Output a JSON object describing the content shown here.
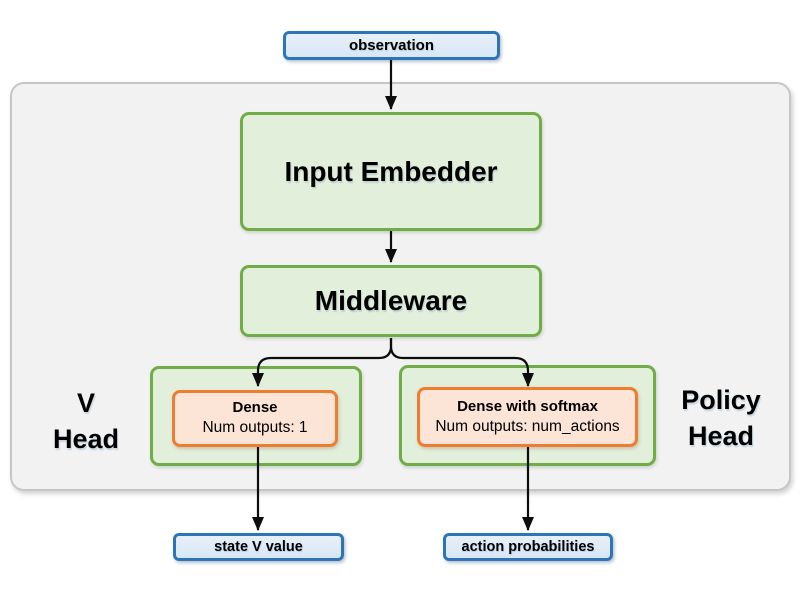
{
  "diagram": {
    "nodes": {
      "observation": {
        "label": "observation"
      },
      "input_embedder": {
        "label": "Input Embedder"
      },
      "middleware": {
        "label": "Middleware"
      },
      "v_head": {
        "label": "V Head",
        "label_line1": "V",
        "label_line2": "Head",
        "layer": {
          "name": "Dense",
          "detail": "Num outputs: 1"
        }
      },
      "policy_head": {
        "label": "Policy Head",
        "label_line1": "Policy",
        "label_line2": "Head",
        "layer": {
          "name": "Dense with softmax",
          "detail": "Num outputs: num_actions"
        }
      },
      "state_v_value": {
        "label": "state V value"
      },
      "action_probabilities": {
        "label": "action probabilities"
      }
    },
    "edges": [
      {
        "from": "observation",
        "to": "input_embedder"
      },
      {
        "from": "input_embedder",
        "to": "middleware"
      },
      {
        "from": "middleware",
        "to": "v_head_dense"
      },
      {
        "from": "middleware",
        "to": "policy_head_dense"
      },
      {
        "from": "v_head_dense",
        "to": "state_v_value"
      },
      {
        "from": "policy_head_dense",
        "to": "action_probabilities"
      }
    ],
    "colors": {
      "io_fill": "#dce9f5",
      "io_border": "#2e75b6",
      "module_fill": "#e2efda",
      "module_border": "#70ad47",
      "layer_fill": "#fce4d6",
      "layer_border": "#ed7d31",
      "container_fill": "#f2f2f2",
      "container_border": "#c6c6c6",
      "arrow": "#0d0d0d"
    }
  }
}
